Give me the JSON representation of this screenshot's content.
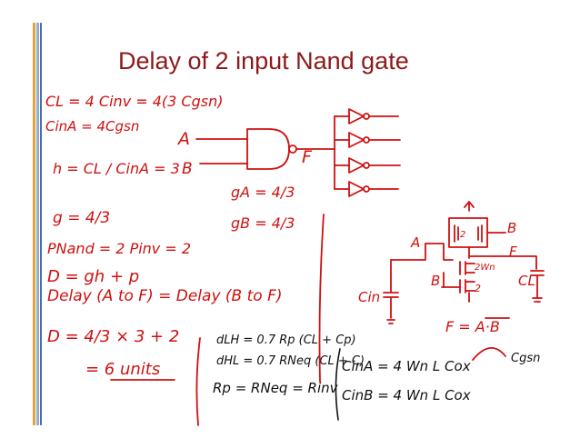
{
  "slide": {
    "title": "Delay of 2 input Nand gate",
    "accent_color": "#8b1a1a",
    "ink_color": "#d01010"
  },
  "notes_left": {
    "cl": "CL = 4 Cinv = 4(3 Cgsn)",
    "cina": "CinA = 4Cgsn",
    "h": "h = CL / CinA = 3",
    "g": "g = 4/3",
    "pnand": "PNand = 2 Pinv = 2",
    "d": "D = gh + p",
    "delay": "Delay (A to F) = Delay (B to F)",
    "d2": "D = 4/3 × 3 + 2",
    "units": "= 6 units"
  },
  "gate_labels": {
    "a": "A",
    "b": "B",
    "f": "F",
    "ga": "gA = 4/3",
    "gb": "gB = 4/3"
  },
  "circuit_labels": {
    "a": "A",
    "b": "B",
    "f": "F",
    "b2": "B",
    "cl": "CL",
    "cin": "Cin",
    "pmos": "2",
    "nmos_top": "2Wn",
    "nmos_bot": "2"
  },
  "notes_right": {
    "f_eq": "F = A·B",
    "dlh": "dLH = 0.7 Rp (CL + Cp)",
    "dhl": "dHL = 0.7 RNeq (CL + C)",
    "rp": "Rp = RNeq = Rinv",
    "cina": "CinA = 4 Wn  L Cox",
    "cgsn": "Cgsn",
    "cinb": "CinB = 4 Wn  L Cox"
  }
}
